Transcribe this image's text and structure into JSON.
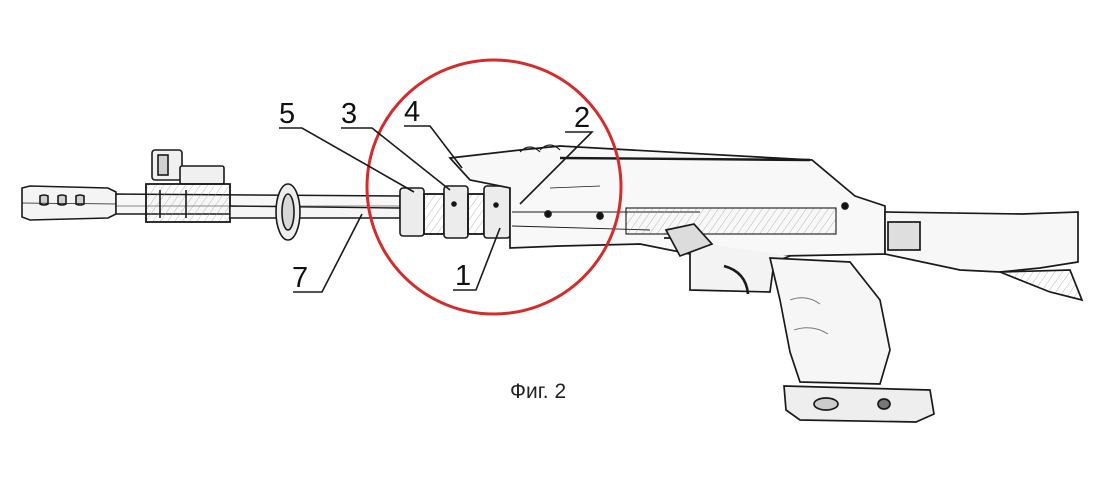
{
  "figure": {
    "caption": "Фиг. 2",
    "highlight_color": "#d62b2b",
    "line_color": "#1a1a1a",
    "labels": {
      "p1": "1",
      "p2": "2",
      "p3": "3",
      "p4": "4",
      "p5": "5",
      "p7": "7"
    }
  }
}
